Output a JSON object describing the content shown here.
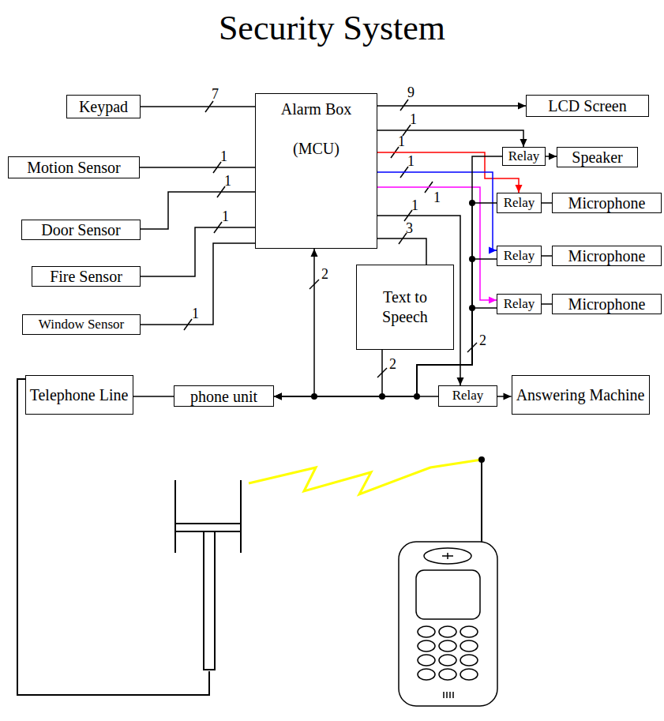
{
  "diagram": {
    "title": "Security System",
    "nodes": [
      {
        "text": [
          "Keypad"
        ]
      },
      {
        "text": [
          "Alarm Box",
          "(MCU)"
        ]
      },
      {
        "text": [
          "LCD Screen"
        ]
      },
      {
        "text": [
          "Motion Sensor"
        ]
      },
      {
        "text": [
          "Door Sensor"
        ]
      },
      {
        "text": [
          "Fire  Sensor"
        ]
      },
      {
        "text": [
          "Window Sensor"
        ]
      },
      {
        "text": [
          "Relay"
        ]
      },
      {
        "text": [
          "Speaker"
        ]
      },
      {
        "text": [
          "Relay"
        ]
      },
      {
        "text": [
          "Microphone"
        ]
      },
      {
        "text": [
          "Relay"
        ]
      },
      {
        "text": [
          "Microphone"
        ]
      },
      {
        "text": [
          "Relay"
        ]
      },
      {
        "text": [
          "Microphone"
        ]
      },
      {
        "text": [
          "Text to Speech"
        ]
      },
      {
        "text": [
          "Telephone Line"
        ]
      },
      {
        "text": [
          "phone unit"
        ]
      },
      {
        "text": [
          "Relay"
        ]
      },
      {
        "text": [
          "Answering Machine"
        ]
      }
    ],
    "edges": [
      {
        "from": 0,
        "to": 1,
        "arrow": "none"
      },
      {
        "from": 1,
        "to": 2,
        "arrow": "to"
      },
      {
        "from": 3,
        "to": 1,
        "arrow": "none"
      },
      {
        "from": 4,
        "to": 1,
        "arrow": "none"
      },
      {
        "from": 5,
        "to": 1,
        "arrow": "none"
      },
      {
        "from": 6,
        "to": 1,
        "arrow": "none"
      },
      {
        "from": 1,
        "to": 7,
        "arrow": "to"
      },
      {
        "from": 1,
        "to": 9,
        "arrow": "to"
      },
      {
        "from": 1,
        "to": 11,
        "arrow": "to"
      },
      {
        "from": 1,
        "to": 13,
        "arrow": "to"
      },
      {
        "from": 1,
        "to": 18,
        "arrow": "to"
      },
      {
        "from": 1,
        "to": 15,
        "arrow": "none"
      },
      {
        "from": 7,
        "to": 8,
        "arrow": "to"
      },
      {
        "from": 9,
        "to": 10,
        "arrow": "none"
      },
      {
        "from": 11,
        "to": 12,
        "arrow": "none"
      },
      {
        "from": 13,
        "to": 14,
        "arrow": "none"
      },
      {
        "from": 18,
        "to": 19,
        "arrow": "to"
      },
      {
        "from": 16,
        "to": 17,
        "arrow": "none"
      },
      {
        "from": 1,
        "to": 17,
        "arrow": "both"
      },
      {
        "from": 15,
        "to": 17,
        "arrow": "to"
      },
      {
        "from": 18,
        "to": 17,
        "arrow": "to"
      },
      {
        "from": 7,
        "to": 17,
        "arrow": "none"
      },
      {
        "from": 9,
        "to": 17,
        "arrow": "none"
      },
      {
        "from": 11,
        "to": 17,
        "arrow": "none"
      },
      {
        "from": 13,
        "to": 17,
        "arrow": "none"
      }
    ],
    "labels": [
      "7",
      "9",
      "1",
      "1",
      "1",
      "1",
      "1",
      "1",
      "1",
      "1",
      "3",
      "2",
      "1",
      "2",
      "2"
    ]
  }
}
